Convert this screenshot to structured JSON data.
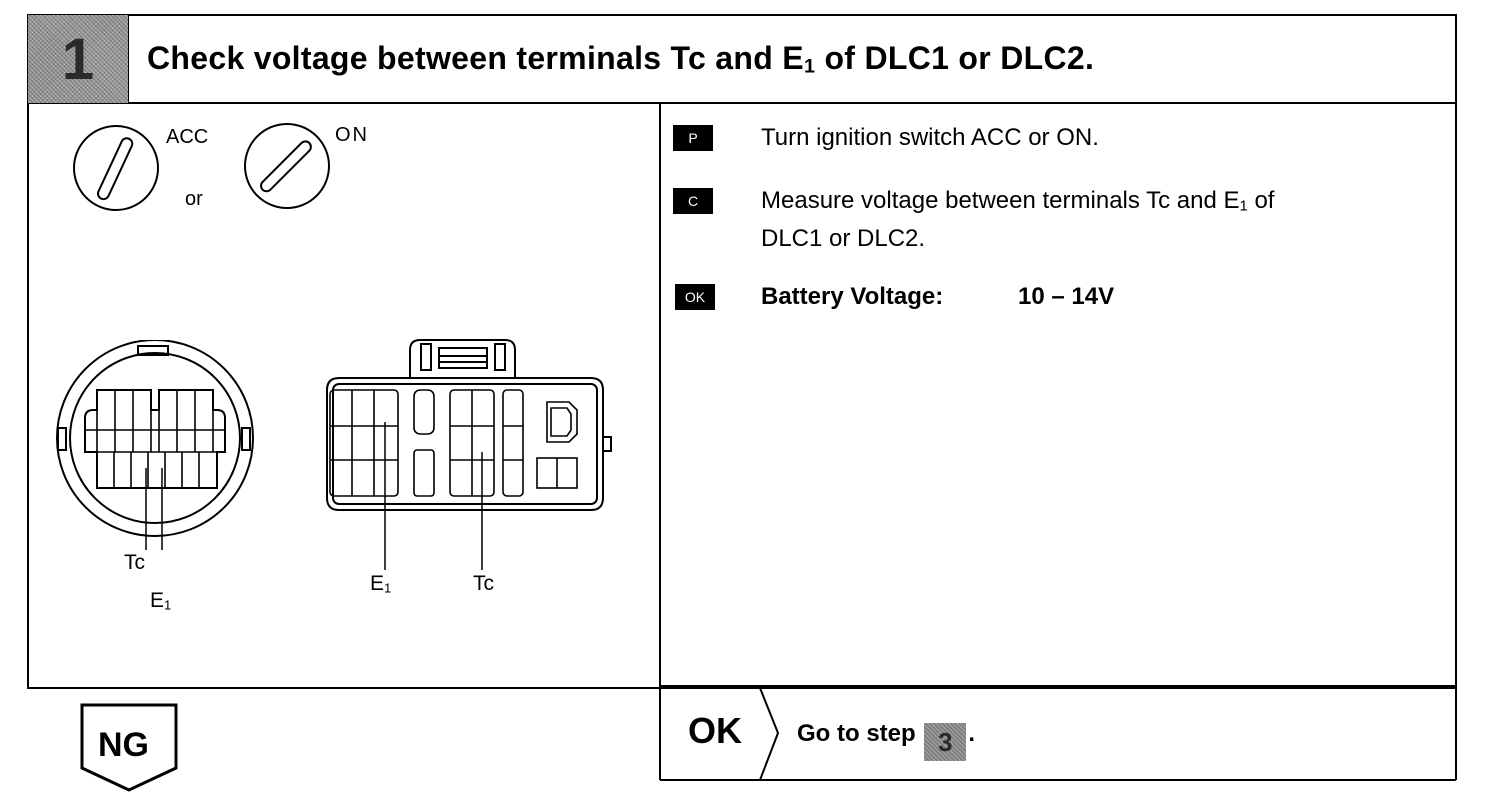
{
  "header": {
    "step_number": "1",
    "title_pre": "Check voltage between terminals Tc and E",
    "title_sub": "1",
    "title_post": " of DLC1 or DLC2."
  },
  "illustration": {
    "switch_acc_label": "ACC",
    "switch_or_label": "or",
    "switch_on_label": "ON",
    "dlc1_tc_label": "Tc",
    "dlc1_e_label": "E",
    "dlc1_e_sub": "1",
    "dlc2_e_label": "E",
    "dlc2_e_sub": "1",
    "dlc2_tc_label": "Tc"
  },
  "instructions": [
    {
      "badge": "P",
      "text": "Turn ignition switch ACC or ON."
    },
    {
      "badge": "C",
      "text_pre": "Measure voltage between terminals Tc and E",
      "text_sub": "1",
      "text_post": " of",
      "text_line2": "DLC1 or DLC2."
    },
    {
      "badge": "OK",
      "label": "Battery Voltage:",
      "value": "10 – 14V"
    }
  ],
  "result_ok": {
    "label": "OK",
    "goto_pre": "Go to step",
    "goto_step": "3",
    "goto_post": "."
  },
  "result_ng": {
    "label": "NG"
  }
}
